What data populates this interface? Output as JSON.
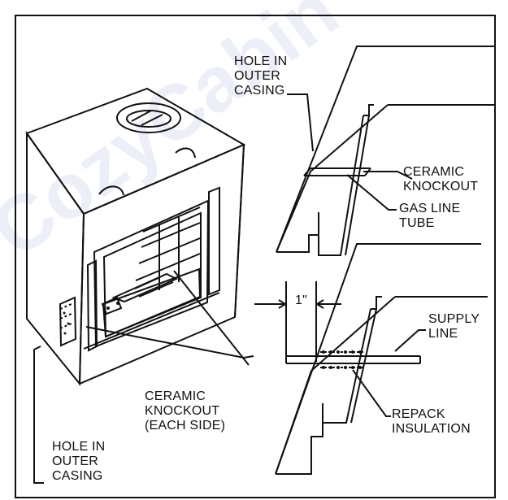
{
  "watermark": "CozyCabin",
  "labels": {
    "hole_outer_casing_top": "HOLE IN\nOUTER\nCASING",
    "ceramic_knockout_upper": "CERAMIC\nKNOCKOUT",
    "gas_line_tube": "GAS LINE\nTUBE",
    "one_inch": "1\"",
    "supply_line": "SUPPLY\nLINE",
    "ceramic_knockout_each_side": "CERAMIC\nKNOCKOUT\n(EACH SIDE)",
    "repack_insulation": "REPACK\nINSULATION",
    "hole_outer_casing_bottom": "HOLE IN\nOUTER\nCASING"
  },
  "colors": {
    "line": "#111111",
    "watermark": "#5064be",
    "background": "#ffffff"
  }
}
